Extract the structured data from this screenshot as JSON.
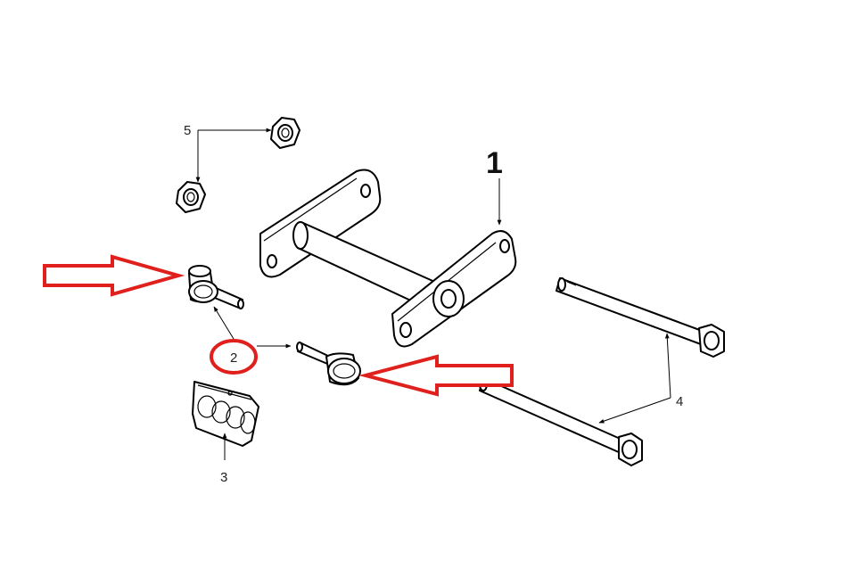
{
  "labels": {
    "main_part": "1",
    "bushing": "2",
    "spring": "3",
    "bolt": "4",
    "nut": "5"
  },
  "colors": {
    "highlight": "#e0201c",
    "line": "#000000",
    "background": "#ffffff"
  }
}
